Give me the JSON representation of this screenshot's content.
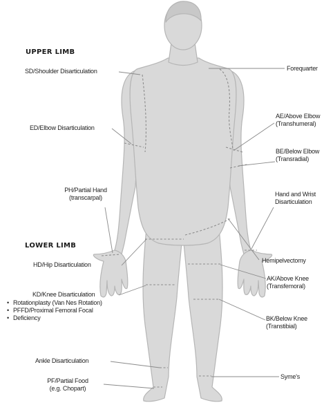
{
  "sections": {
    "upper": "UPPER LIMB",
    "lower": "LOWER LIMB"
  },
  "labels": {
    "sd": "SD/Shoulder Disarticulation",
    "forequarter": "Forequarter",
    "ed": "ED/Elbow Disarticulation",
    "ae_1": "AE/Above Elbow",
    "ae_2": "(Transhumeral)",
    "be_1": "BE/Below Elbow",
    "be_2": "(Transradial)",
    "ph_1": "PH/Partial Hand",
    "ph_2": "(transcarpal)",
    "hw_1": "Hand and Wrist",
    "hw_2": "Disarticulation",
    "hd": "HD/Hip Disarticulation",
    "hemi": "Hemipelvectomy",
    "kd": "KD/Knee Disarticulation",
    "ak_1": "AK/Above Knee",
    "ak_2": "(Transfemoral)",
    "bk_1": "BK/Below Knee",
    "bk_2": "(Transtibial)",
    "ankle": "Ankle Disarticulation",
    "symes": "Syme's",
    "pf_1": "PF/Partial Food",
    "pf_2": "(e.g. Chopart)"
  },
  "kd_notes": [
    "Rotationplasty (Van Nes Rotation)",
    "PFFD/Proximal Femoral Focal",
    "Deficiency"
  ],
  "colors": {
    "body_fill": "#d9d9d9",
    "body_stroke": "#b5b5b5",
    "leader": "#8a8a8a",
    "dash": "#8c8c8c",
    "text": "#222222"
  }
}
